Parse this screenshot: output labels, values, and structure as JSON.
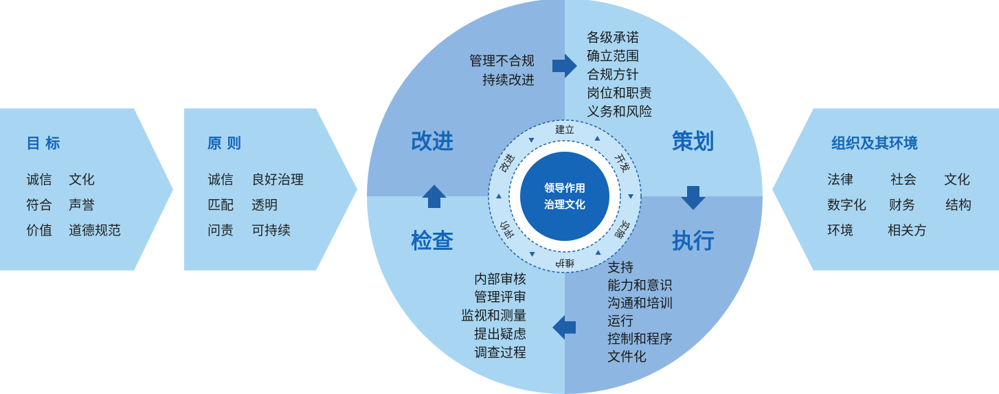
{
  "colors": {
    "light": "#a8d6f2",
    "mid": "#8db7e2",
    "deep": "#1565b8",
    "ring": "#c6e4f8",
    "accent_arrow": "#1e5fa8"
  },
  "left_boxes": [
    {
      "title": "目 标",
      "rows": [
        [
          "诚信",
          "文化"
        ],
        [
          "符合",
          "声誉"
        ],
        [
          "价值",
          "道德规范"
        ]
      ]
    },
    {
      "title": "原 则",
      "rows": [
        [
          "诚信",
          "良好治理"
        ],
        [
          "匹配",
          "透明"
        ],
        [
          "问责",
          "可持续"
        ]
      ]
    }
  ],
  "right_box": {
    "title": "组织及其环境",
    "rows": [
      [
        "法律",
        "社会",
        "文化"
      ],
      [
        "数字化",
        "财务",
        "结构"
      ],
      [
        "环境",
        "相关方",
        ""
      ]
    ]
  },
  "quadrants": {
    "top_left": {
      "title": "改进",
      "items": [
        "管理不合规",
        "持续改进"
      ]
    },
    "top_right": {
      "title": "策划",
      "items": [
        "各级承诺",
        "确立范围",
        "合规方针",
        "岗位和职责",
        "义务和风险"
      ]
    },
    "bottom_right": {
      "title": "执行",
      "items": [
        "支持",
        "能力和意识",
        "沟通和培训",
        "运行",
        "控制和程序",
        "文件化"
      ]
    },
    "bottom_left": {
      "title": "检查",
      "items": [
        "内部审核",
        "管理评审",
        "监视和测量",
        "提出疑虑",
        "调查过程"
      ]
    }
  },
  "ring_labels": [
    "建立",
    "开发",
    "实施",
    "维护",
    "评价",
    "改进"
  ],
  "core_lines": [
    "领导作用",
    "治理文化"
  ],
  "arrows": [
    "arrow-right-icon",
    "arrow-down-icon",
    "arrow-left-icon",
    "arrow-up-icon"
  ]
}
